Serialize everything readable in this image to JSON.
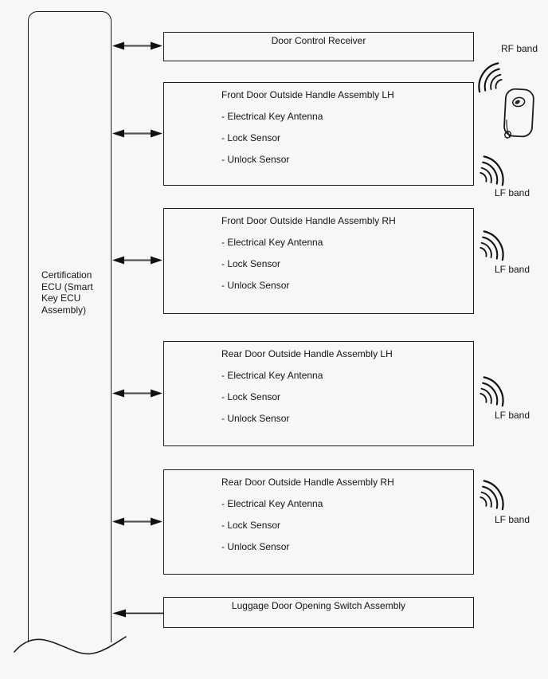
{
  "colors": {
    "background": "#f7f7f7",
    "line": "#1b1b1b",
    "arrow_shaft": "#555555",
    "arrow_head": "#111111"
  },
  "ecu": {
    "label": "Certification ECU (Smart Key ECU Assembly)"
  },
  "boxes": [
    {
      "title": "Door Control Receiver"
    },
    {
      "title": "Front Door Outside Handle Assembly LH",
      "items": [
        "- Electrical Key Antenna",
        "- Lock Sensor",
        "- Unlock Sensor"
      ]
    },
    {
      "title": "Front Door Outside Handle Assembly RH",
      "items": [
        "- Electrical Key Antenna",
        "- Lock Sensor",
        "- Unlock Sensor"
      ]
    },
    {
      "title": "Rear Door Outside Handle Assembly LH",
      "items": [
        "- Electrical Key Antenna",
        "- Lock Sensor",
        "- Unlock Sensor"
      ]
    },
    {
      "title": "Rear Door Outside Handle Assembly RH",
      "items": [
        "- Electrical Key Antenna",
        "- Lock Sensor",
        "- Unlock Sensor"
      ]
    },
    {
      "title": "Luggage Door Opening Switch Assembly"
    }
  ],
  "bands": {
    "rf": "RF band",
    "lf": "LF band"
  }
}
